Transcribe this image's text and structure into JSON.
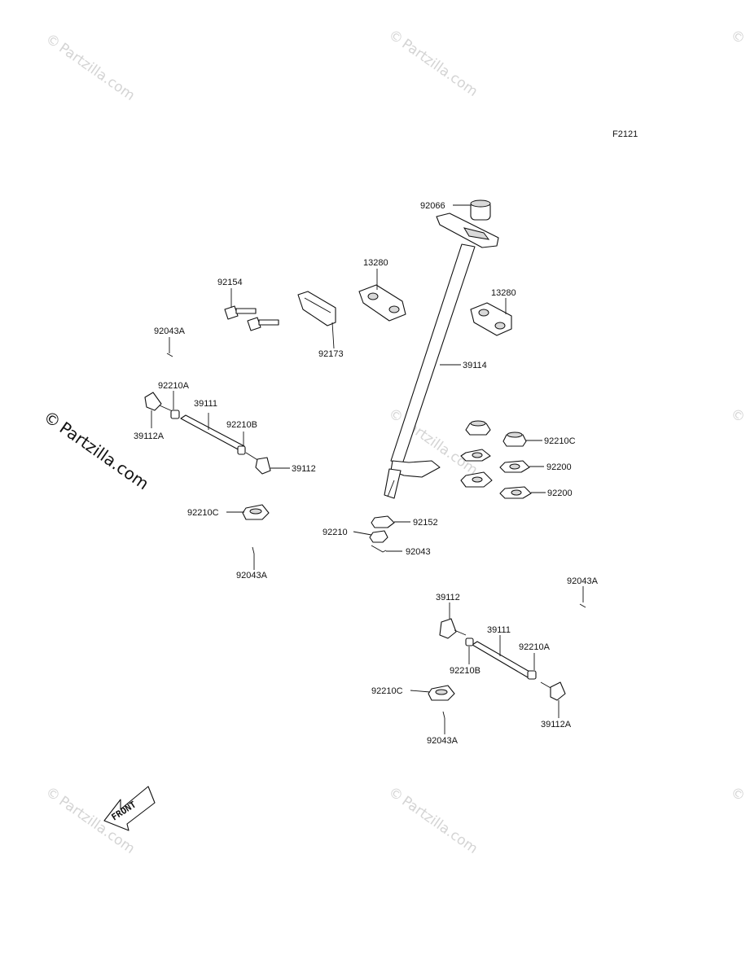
{
  "figure_code": "F2121",
  "watermark_text": "Partzilla.com",
  "watermark_symbol": "©",
  "front_label": "FRONT",
  "labels": {
    "p92066": "92066",
    "p13280a": "13280",
    "p13280b": "13280",
    "p92154": "92154",
    "p92173": "92173",
    "p39114": "39114",
    "p92043a_top": "92043A",
    "p92210a_left": "92210A",
    "p39111_left": "39111",
    "p92210b_left": "92210B",
    "p39112a_left": "39112A",
    "p39112_left": "39112",
    "p92210c_right": "92210C",
    "p92200_1": "92200",
    "p92200_2": "92200",
    "p92210c_left": "92210C",
    "p92043a_left": "92043A",
    "p92152": "92152",
    "p92210": "92210",
    "p92043": "92043",
    "p92043a_right": "92043A",
    "p39112_right": "39112",
    "p39111_right": "39111",
    "p92210a_right": "92210A",
    "p92210b_right": "92210B",
    "p92210c_bottom": "92210C",
    "p39112a_right": "39112A",
    "p92043a_bottom": "92043A"
  }
}
